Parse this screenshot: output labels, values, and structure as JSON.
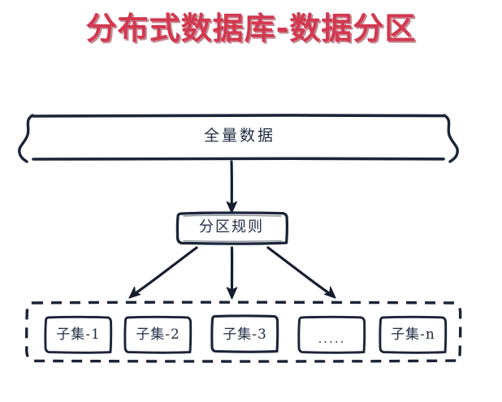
{
  "slide": {
    "title": "分布式数据库-数据分区",
    "title_color": "#d2384f",
    "ink_color": "#232f44",
    "background_color": "#ffffff"
  },
  "diagram": {
    "type": "flow-diagram",
    "source": {
      "shape": "cylinder-brace",
      "label": "全量数据"
    },
    "rule": {
      "shape": "rounded-rectangle",
      "label": "分区规则"
    },
    "group": {
      "shape": "dashed-rounded-rectangle",
      "label": "",
      "items": [
        {
          "label": "子集-1"
        },
        {
          "label": "子集-2"
        },
        {
          "label": "子集-3"
        },
        {
          "label": "....."
        },
        {
          "label": "子集-n"
        }
      ]
    },
    "connectors": [
      {
        "name": "source-to-rule",
        "direction": "down"
      },
      {
        "name": "rule-to-group-left",
        "direction": "down-left"
      },
      {
        "name": "rule-to-group-center",
        "direction": "down"
      },
      {
        "name": "rule-to-group-right",
        "direction": "down-right"
      }
    ]
  }
}
